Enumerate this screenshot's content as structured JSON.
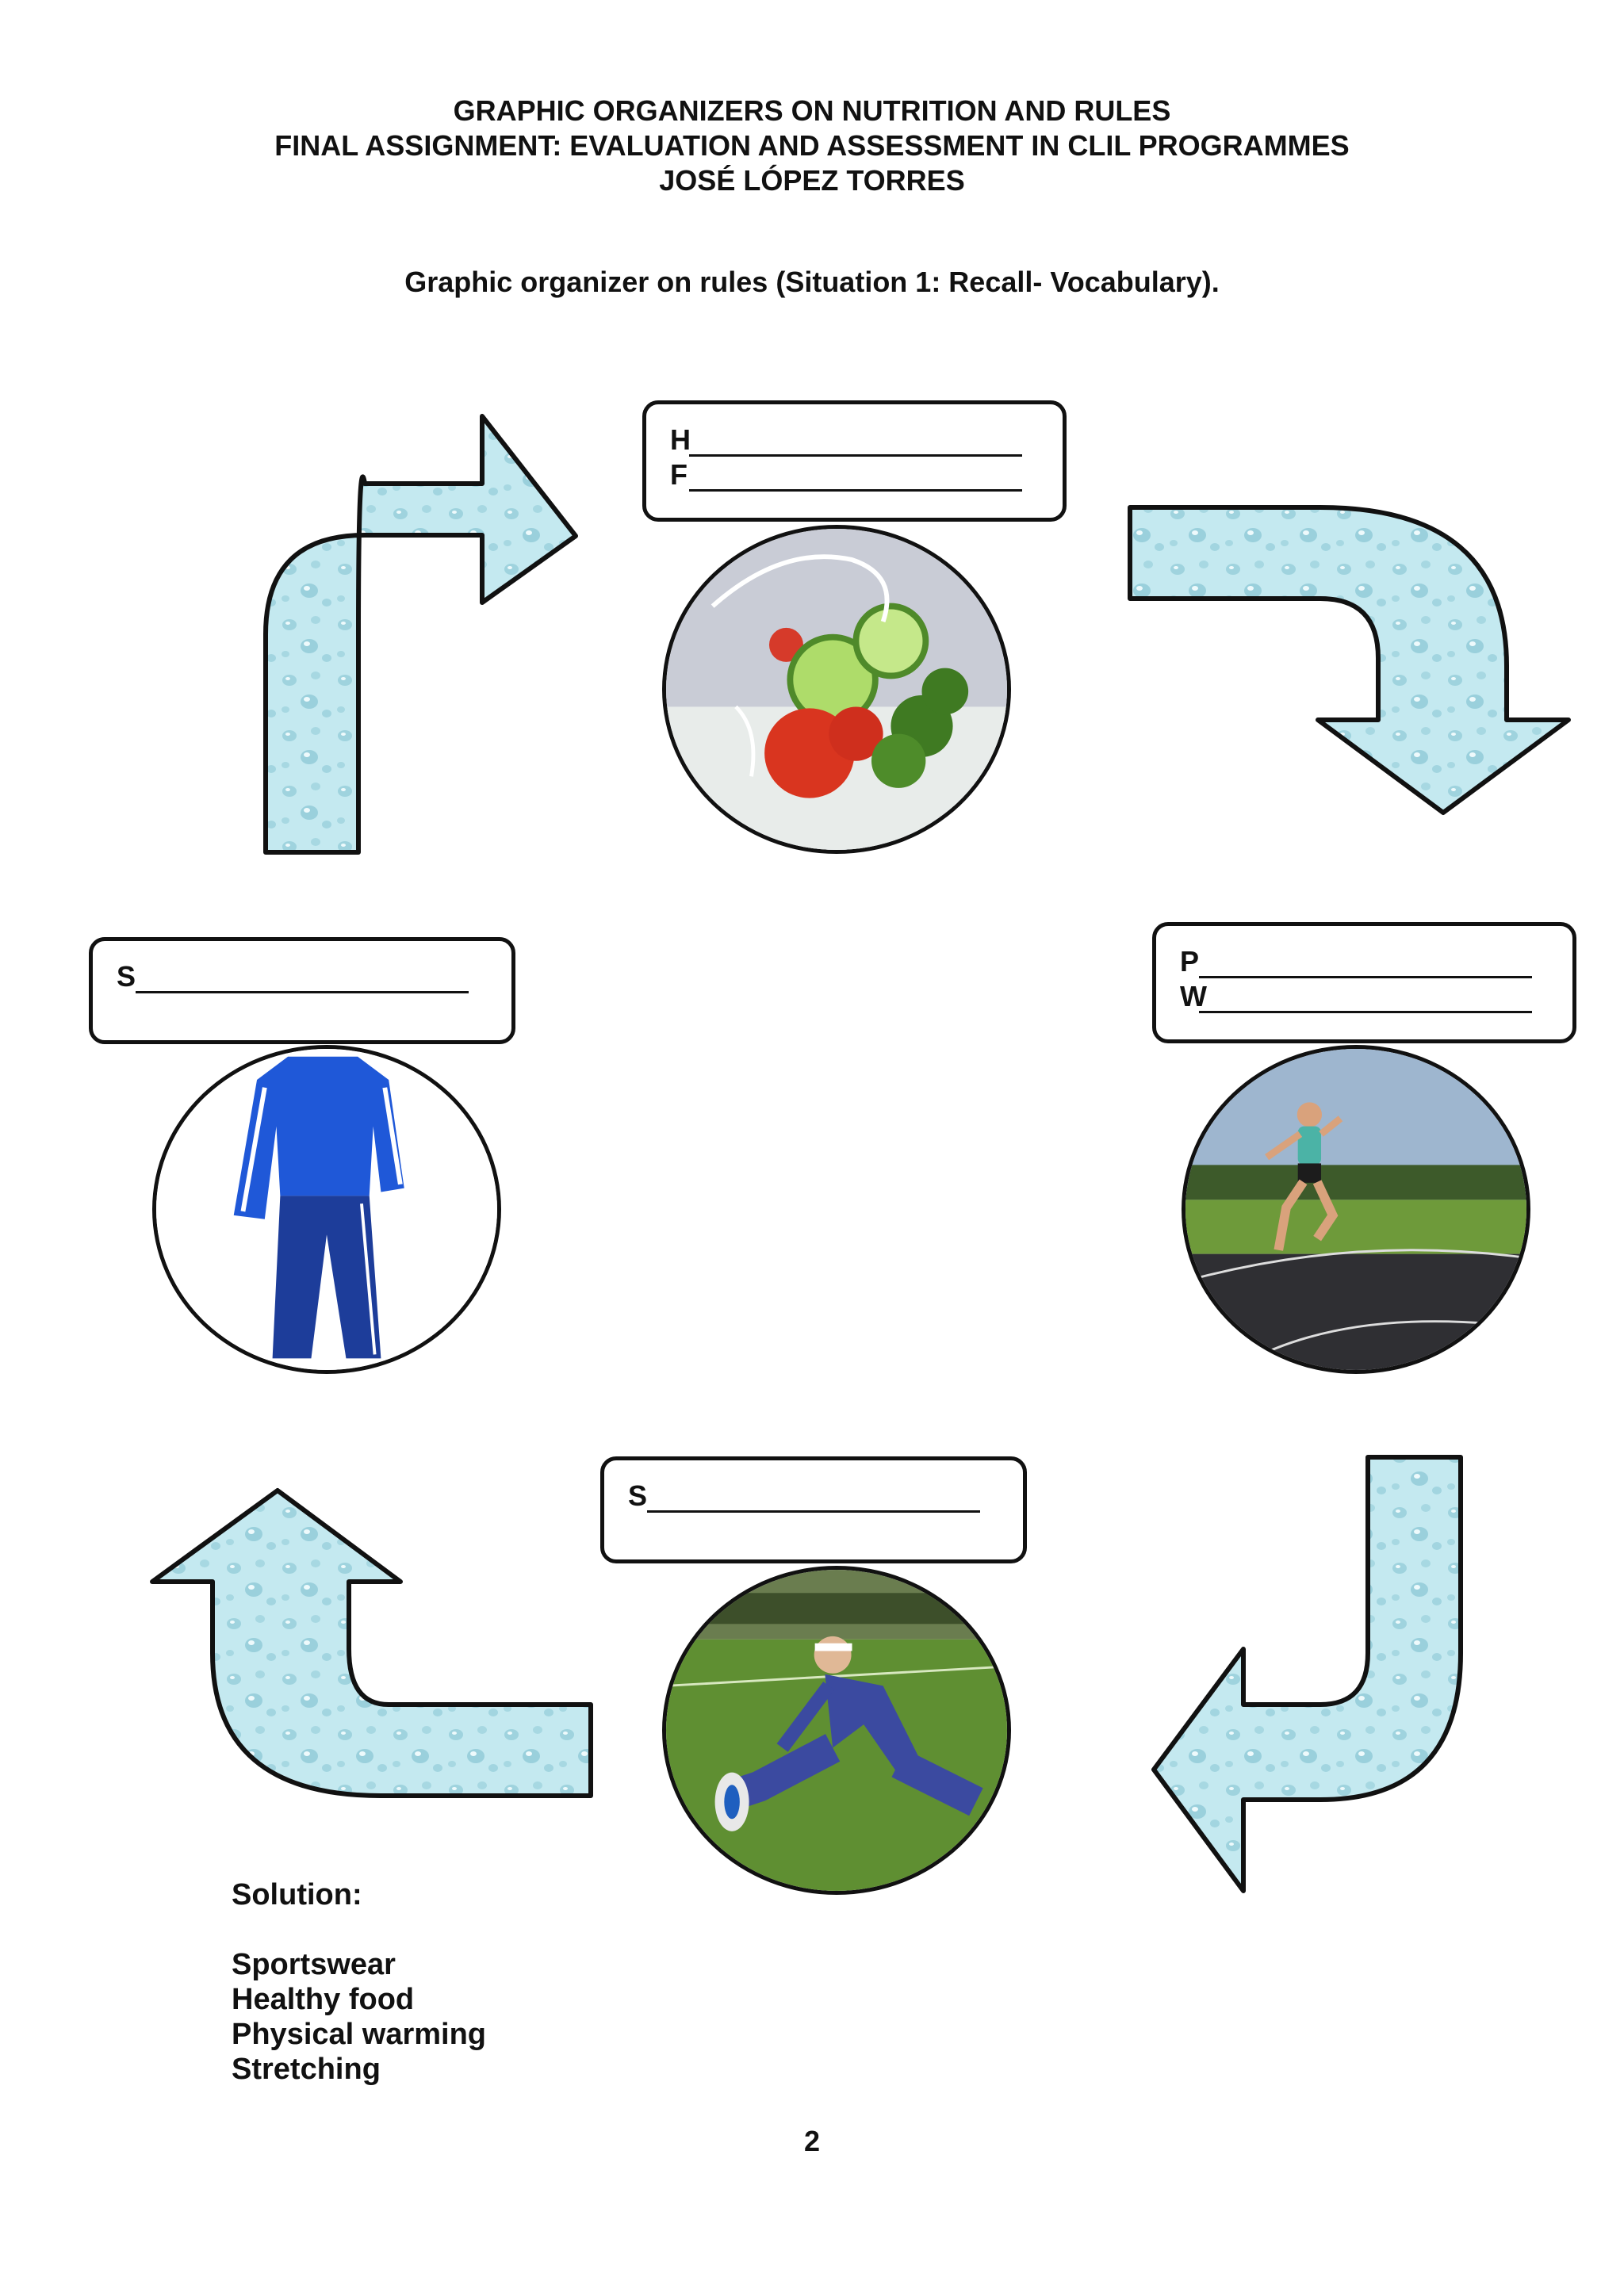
{
  "header": {
    "line1": "GRAPHIC ORGANIZERS ON NUTRITION AND RULES",
    "line2": "FINAL ASSIGNMENT: EVALUATION AND ASSESSMENT IN CLIL PROGRAMMES",
    "line3": "JOSÉ LÓPEZ TORRES"
  },
  "subtitle": "Graphic organizer on rules (Situation 1: Recall- Vocabulary).",
  "boxes": {
    "top": {
      "letters": [
        "H",
        "F"
      ]
    },
    "right": {
      "letters": [
        "P",
        "W"
      ]
    },
    "bottom": {
      "letters": [
        "S"
      ]
    },
    "left": {
      "letters": [
        "S"
      ]
    }
  },
  "images": {
    "top": "salad-vegetables-photo",
    "right": "woman-running-on-track-photo",
    "bottom": "man-stretching-on-grass-photo",
    "left": "blue-tracksuit-photo"
  },
  "solution": {
    "title": "Solution:",
    "items": [
      "Sportswear",
      "Healthy food",
      "Physical warming",
      "Stretching"
    ]
  },
  "page_number": "2",
  "colors": {
    "arrow_fill": "#bfe6ee",
    "arrow_drop": "#8fcbd8",
    "outline": "#111111"
  }
}
